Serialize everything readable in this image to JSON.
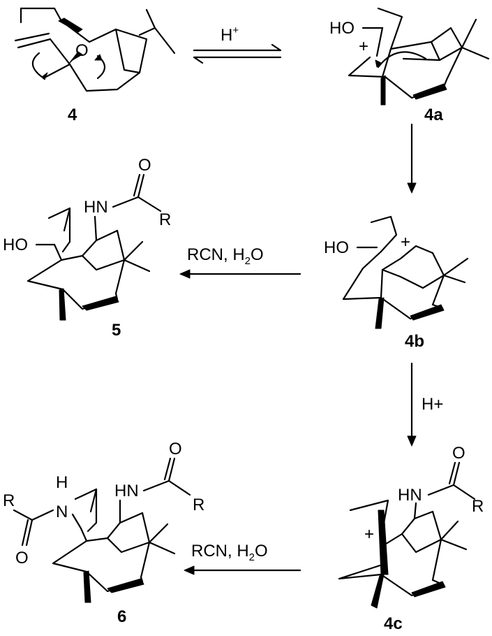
{
  "compounds": {
    "c4": "4",
    "c4a": "4a",
    "c4b": "4b",
    "c4c": "4c",
    "c5": "5",
    "c6": "6"
  },
  "atoms": {
    "oxygen": "O",
    "hydroxyl": "HO",
    "amide_nh": "HN",
    "carbonyl_o": "O",
    "r_group": "R",
    "nh_h": "H",
    "nh_n": "N",
    "cation": "+"
  },
  "reagents": {
    "h_plus_base": "H",
    "h_plus_sup": "+",
    "acid": "H+",
    "rcn_water_1": "RCN, H",
    "rcn_water_1_sub": "2",
    "rcn_water_1_tail": "O",
    "rcn_water_2": "RCN, H",
    "rcn_water_2_sub": "2",
    "rcn_water_2_tail": "O"
  }
}
